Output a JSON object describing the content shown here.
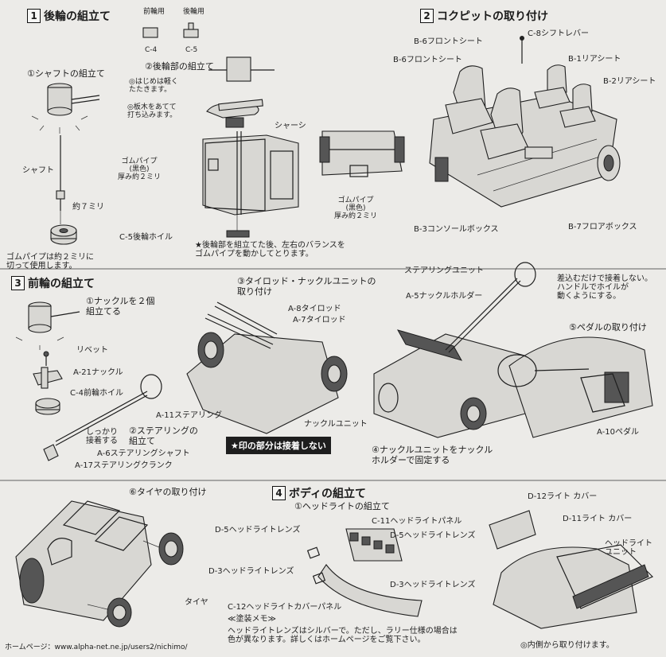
{
  "s1": {
    "num": "1",
    "title": "後輪の組立て",
    "front_hdr": "前輪用",
    "rear_hdr": "後輪用",
    "c4": "C-4",
    "c5": "C-5",
    "step1": "①シャフトの組立て",
    "step2": "②後輪部の組立て",
    "note_light": "◎はじめは軽く\nたたきます。",
    "note_wood": "◎板木をあてて\n打ち込みます。",
    "chassis": "シャーシ",
    "shaft": "シャフト",
    "pipe": "ゴムパイプ\n(黒色)\n厚み約２ミリ",
    "pipe2": "ゴムパイプ\n(黒色)\n厚み約２ミリ",
    "mm7": "約７ミリ",
    "c5wheel": "C-5後輪ホイル",
    "cut": "ゴムパイプは約２ミリに\n切って使用します。",
    "balance": "★後輪部を組立てた後、左右のバランスを\nゴムパイプを動かしてとります。"
  },
  "s2": {
    "num": "2",
    "title": "コクピットの取り付け",
    "c8": "C-8シフトレバー",
    "b6a": "B-6フロントシート",
    "b6b": "B-6フロントシート",
    "b1": "B-1リアシート",
    "b2": "B-2リアシート",
    "b3": "B-3コンソールボックス",
    "b7": "B-7フロアボックス"
  },
  "s3": {
    "num": "3",
    "title": "前輪の組立て",
    "step1": "①ナックルを２個\n組立てる",
    "rivet": "リベット",
    "a21": "A-21ナックル",
    "c4wheel": "C-4前輪ホイル",
    "a11": "A-11ステアリング",
    "step2": "②ステアリングの\n組立て",
    "firm": "しっかり\n接着する",
    "a6": "A-6ステアリングシャフト",
    "a17": "A-17ステアリングクランク",
    "step3": "③タイロッド・ナックルユニットの\n取り付け",
    "a8": "A-8タイロッド",
    "a7": "A-7タイロッド",
    "knuckle_unit": "ナックルユニット",
    "no_glue": "★印の部分は接着しない",
    "steer_unit": "ステアリングユニット",
    "a5": "A-5ナックルホルダー",
    "step4": "④ナックルユニットをナックル\nホルダーで固定する",
    "insert_note": "差込むだけで接着しない。\nハンドルでホイルが\n動くようにする。",
    "step5": "⑤ペダルの取り付け",
    "a10": "A-10ペダル",
    "step6": "⑥タイヤの取り付け",
    "tire": "タイヤ"
  },
  "s4": {
    "num": "4",
    "title": "ボディの組立て",
    "step1": "①ヘッドライトの組立て",
    "c11": "C-11ヘッドライトパネル",
    "d5a": "D-5ヘッドライトレンズ",
    "d5b": "D-5ヘッドライトレンズ",
    "d3a": "D-3ヘッドライトレンズ",
    "d3b": "D-3ヘッドライトレンズ",
    "c12": "C-12ヘッドライトカバーパネル",
    "d12": "D-12ライト カバー",
    "d11": "D-11ライト カバー",
    "hl_unit": "ヘッドライト\nユニット",
    "memo_title": "≪塗装メモ≫",
    "memo": "ヘッドライトレンズはシルバーで。ただし、ラリー仕様の場合は\n色が異なります。詳しくはホームページをご覧下さい。",
    "inside": "◎内側から取り付けます。"
  },
  "footer": {
    "homepage": "ホームページ：www.alpha-net.ne.jp/users2/nichimo/"
  }
}
